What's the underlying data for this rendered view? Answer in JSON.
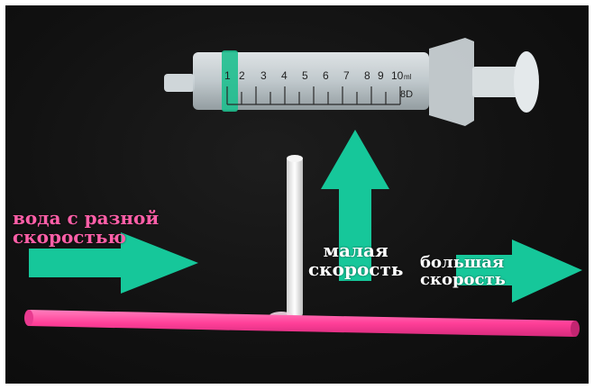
{
  "labels": {
    "water_line1": "вода с разной",
    "water_line2": "скоростью",
    "slow_line1": "малая",
    "slow_line2": "скорость",
    "fast_line1": "большая",
    "fast_line2": "скорость"
  },
  "syringe": {
    "scale_numbers": [
      "1",
      "2",
      "3",
      "4",
      "5",
      "6",
      "7",
      "8",
      "9",
      "10"
    ],
    "unit": "ml",
    "brand_mark": "8D"
  },
  "colors": {
    "background": "#141414",
    "arrow": "#16c79a",
    "straw": "#ff4fa3",
    "label_pink": "#ff5fa8",
    "label_white": "#ffffff",
    "syringe_ring": "#1fbf8f"
  }
}
